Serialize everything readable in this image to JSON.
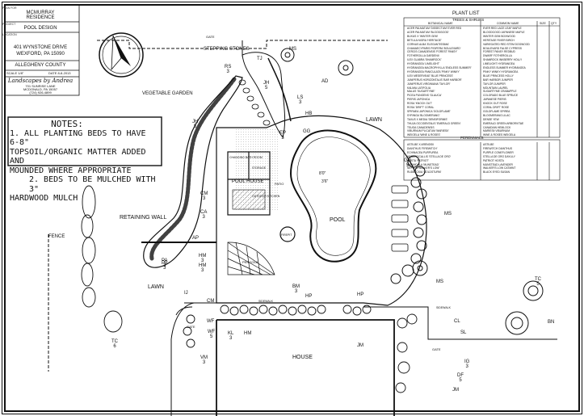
{
  "title_block": {
    "plan_for_label": "PLAN FOR",
    "client_name_1": "MCMURRAY",
    "client_name_2": "RESIDENCE",
    "project_label": "PROJECT",
    "project": "POOL DESIGN",
    "location_label": "LOCATION",
    "address_1": "401 WYNSTONE DRIVE",
    "address_2": "WEXFORD, PA 15090",
    "county": "ALLEGHENY COUNTY",
    "scale": "SCALE 1/8\"",
    "date": "DATE 8-8-2013",
    "designer_logo": "Landscapes by Andrea",
    "designer_addr_1": "701 SUNRISE LANE",
    "designer_addr_2": "MCDONALD, PA 15057",
    "designer_phone": "(724) 926-4899"
  },
  "notes": {
    "heading": "NOTES:",
    "line_1": "1. ALL PLANTING BEDS TO HAVE 6-8\"",
    "line_2": "TOPSOIL/ORGANIC MATTER ADDED AND",
    "line_3": "MOUNDED WHERE APPROPRIATE",
    "line_4": "2. BEDS TO BE MULCHED WITH 3\"",
    "line_5": "HARDWOOD MULCH"
  },
  "labels": {
    "gate_top": "GATE",
    "stepping_stones": "STEPPING STONES",
    "vegetable_garden": "VEGETABLE GARDEN",
    "lawn_top": "LAWN",
    "lawn_left": "LAWN",
    "fence": "FENCE",
    "retaining_wall": "RETAINING WALL",
    "pool_house": "POOL HOUSE",
    "changing_room": "CHANGING BATH ROOM",
    "storage": "STORAGE",
    "outdoor_kitchen": "OUTDOOR KITCHEN",
    "pool": "POOL",
    "depth_note_1": "8'0\"",
    "depth_note_2": "3'6\"",
    "firepit": "FIREPIT",
    "patio": "PATIO",
    "pergola": "PERGOLA",
    "house": "HOUSE",
    "gate_left": "GATE",
    "gate_bottom": "GATE",
    "sidewalk_1": "SIDEWALK",
    "sidewalk_2": "SIDEWALK"
  },
  "codes": [
    {
      "t": "RS",
      "s": "3"
    },
    {
      "t": "TJ",
      "s": ""
    },
    {
      "t": "MS",
      "s": ""
    },
    {
      "t": "JH",
      "s": "5"
    },
    {
      "t": "AD",
      "s": ""
    },
    {
      "t": "JH",
      "s": "5"
    },
    {
      "t": "LS",
      "s": "3"
    },
    {
      "t": "HB",
      "s": ""
    },
    {
      "t": "EP",
      "s": "3"
    },
    {
      "t": "GG",
      "s": ""
    },
    {
      "t": "CM",
      "s": "3"
    },
    {
      "t": "CA",
      "s": "3"
    },
    {
      "t": "AP",
      "s": ""
    },
    {
      "t": "PA",
      "s": "3"
    },
    {
      "t": "HM",
      "s": "3"
    },
    {
      "t": "BM",
      "s": "3"
    },
    {
      "t": "HP",
      "s": ""
    },
    {
      "t": "HP",
      "s": ""
    },
    {
      "t": "MS",
      "s": ""
    },
    {
      "t": "MS",
      "s": ""
    },
    {
      "t": "CM",
      "s": ""
    },
    {
      "t": "WF",
      "s": "5"
    },
    {
      "t": "KL",
      "s": "3"
    },
    {
      "t": "HM",
      "s": ""
    },
    {
      "t": "TC",
      "s": "6"
    },
    {
      "t": "VM",
      "s": "3"
    },
    {
      "t": "JM",
      "s": ""
    },
    {
      "t": "IG",
      "s": "3"
    },
    {
      "t": "BN",
      "s": ""
    },
    {
      "t": "TC",
      "s": "5"
    },
    {
      "t": "JM",
      "s": ""
    },
    {
      "t": "CL",
      "s": ""
    },
    {
      "t": "WF",
      "s": ""
    },
    {
      "t": "GG",
      "s": "5"
    },
    {
      "t": "PA",
      "s": "3"
    },
    {
      "t": "HM",
      "s": "3"
    },
    {
      "t": "DF",
      "s": "5"
    },
    {
      "t": "SL",
      "s": ""
    },
    {
      "t": "IJ",
      "s": ""
    }
  ],
  "plant_list": {
    "title": "PLANT LIST",
    "trees_heading": "TREES & SHRUBS",
    "col_botanical": "BOTANICAL NAME",
    "col_common": "COMMON NAME",
    "col_size": "SIZE",
    "col_qty": "QTY",
    "trees": [
      [
        "ACER PALMATUM 'DISSECTUM' EVER RED",
        "EVER RED LACE LEAF MAPLE"
      ],
      [
        "ACER PALMATUM 'BLOODGOOD'",
        "BLOODGOOD JAPANESE MAPLE"
      ],
      [
        "BUXUS X 'WINTER GEM'",
        "WINTER GEM BOXWOOD"
      ],
      [
        "BETULA NIGRA 'HERITAGE'",
        "HERITAGE RIVER BIRCH"
      ],
      [
        "CORNUS ALBA 'ELEGANTISSIMA'",
        "VARIEGATED RED STEM DOGWOOD"
      ],
      [
        "CHAMAECYPARIS PISIFERA 'BOULEVARD'",
        "BOULEVARD FALSE CYPRESS"
      ],
      [
        "CERCIS CANADENSIS 'FOREST PANSY'",
        "FOREST PANSY REDBUD"
      ],
      [
        "FOTHERGILLA GARDENII",
        "DWARF FOTHERGILLA"
      ],
      [
        "ILEX GLABRA 'SHAMROCK'",
        "SHAMROCK INKBERRY HOLLY"
      ],
      [
        "HYDRANGEA 'LIMELIGHT'",
        "LIMELIGHT HYDRANGEA"
      ],
      [
        "HYDRANGEA MACROPHYLLA 'ENDLESS SUMMER'",
        "ENDLESS SUMMER HYDRANGEA"
      ],
      [
        "HYDRANGEA PANICULATA 'PINKY WINKY'",
        "PINKY WINKY HYDRANGEA"
      ],
      [
        "ILEX MESERVEAE 'BLUE PRINCESS'",
        "BLUE PRINCESS HOLLY"
      ],
      [
        "JUNIPERUS HORIZONTALIS 'BAR HARBOR'",
        "BAR HARBOR JUNIPER"
      ],
      [
        "JUNIPERUS VIRGINIANA 'TAYLOR'",
        "TAYLOR JUNIPER"
      ],
      [
        "KALMIA LATIFOLIA",
        "MOUNTAIN LAUREL"
      ],
      [
        "MALUS 'SUGARTYME'",
        "SUGARTYME CRABAPPLE"
      ],
      [
        "PICEA PUNGENS 'GLAUCA'",
        "COLORADO BLUE SPRUCE"
      ],
      [
        "PIERIS JAPONICA",
        "JAPANESE PIERIS"
      ],
      [
        "ROSA 'KNOCK OUT'",
        "KNOCK OUT ROSE"
      ],
      [
        "ROSA 'DRIFT' CORAL",
        "CORAL DRIFT ROSE"
      ],
      [
        "SPIRAEA JAPONICA 'GOLDFLAME'",
        "GOLDFLAME SPIREA"
      ],
      [
        "SYRINGA 'BLOOMERANG'",
        "BLOOMERANG LILAC"
      ],
      [
        "TAXUS X MEDIA 'DENSIFORMIS'",
        "DENSE YEW"
      ],
      [
        "THUJA OCCIDENTALIS 'EMERALD GREEN'",
        "EMERALD GREEN ARBORVITAE"
      ],
      [
        "TSUGA CANADENSIS",
        "CANADIAN HEMLOCK"
      ],
      [
        "VIBURNUM PLICATUM 'MARIESII'",
        "MARIESII VIBURNUM"
      ],
      [
        "WEIGELA 'WINE & ROSES'",
        "WINE & ROSES WEIGELA"
      ]
    ],
    "perennials_heading": "PERENNIALS",
    "perennials": [
      [
        "ASTILBE X ARENDSII",
        "ASTILBE"
      ],
      [
        "DIANTHUS 'FIREWITCH'",
        "FIREWITCH DIANTHUS"
      ],
      [
        "ECHINACEA PURPUREA",
        "PURPLE CONEFLOWER"
      ],
      [
        "HEMEROCALLIS 'STELLA DE ORO'",
        "STELLA DE ORO DAYLILY"
      ],
      [
        "HOSTA 'PATRIOT'",
        "PATRIOT HOSTA"
      ],
      [
        "LAVANDULA 'MUNSTEAD'",
        "MUNSTEAD LAVENDER"
      ],
      [
        "NEPETA 'WALKER'S LOW'",
        "WALKER'S LOW CATMINT"
      ],
      [
        "RUDBECKIA 'GOLDSTURM'",
        "BLACK EYED SUSAN"
      ]
    ]
  }
}
